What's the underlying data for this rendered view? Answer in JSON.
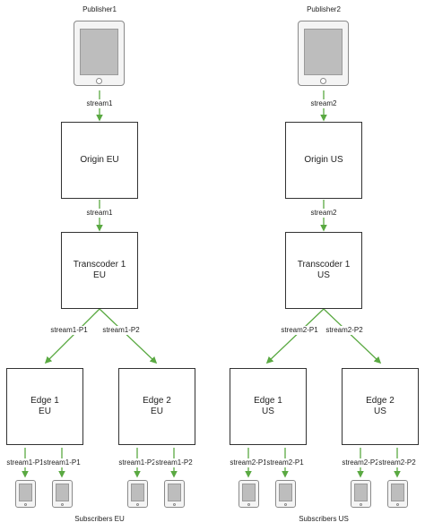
{
  "colors": {
    "arrow": "#5aa942",
    "box_border": "#333333",
    "tablet_screen": "#bdbdbd"
  },
  "publishers": {
    "p1": "Publisher1",
    "p2": "Publisher2"
  },
  "streams": {
    "s1": "stream1",
    "s2": "stream2",
    "s1p1": "stream1-P1",
    "s1p2": "stream1-P2",
    "s2p1": "stream2-P1",
    "s2p2": "stream2-P2"
  },
  "nodes": {
    "origin_eu": "Origin EU",
    "origin_us": "Origin US",
    "transcoder_eu": [
      "Transcoder 1",
      "EU"
    ],
    "transcoder_us": [
      "Transcoder 1",
      "US"
    ],
    "edge1_eu": [
      "Edge 1",
      "EU"
    ],
    "edge2_eu": [
      "Edge 2",
      "EU"
    ],
    "edge1_us": [
      "Edge 1",
      "US"
    ],
    "edge2_us": [
      "Edge 2",
      "US"
    ]
  },
  "subscribers": {
    "eu": "Subscribers EU",
    "us": "Subscribers US"
  },
  "icons": {
    "publisher_device": "tablet-icon",
    "subscriber_device": "tablet-icon"
  }
}
